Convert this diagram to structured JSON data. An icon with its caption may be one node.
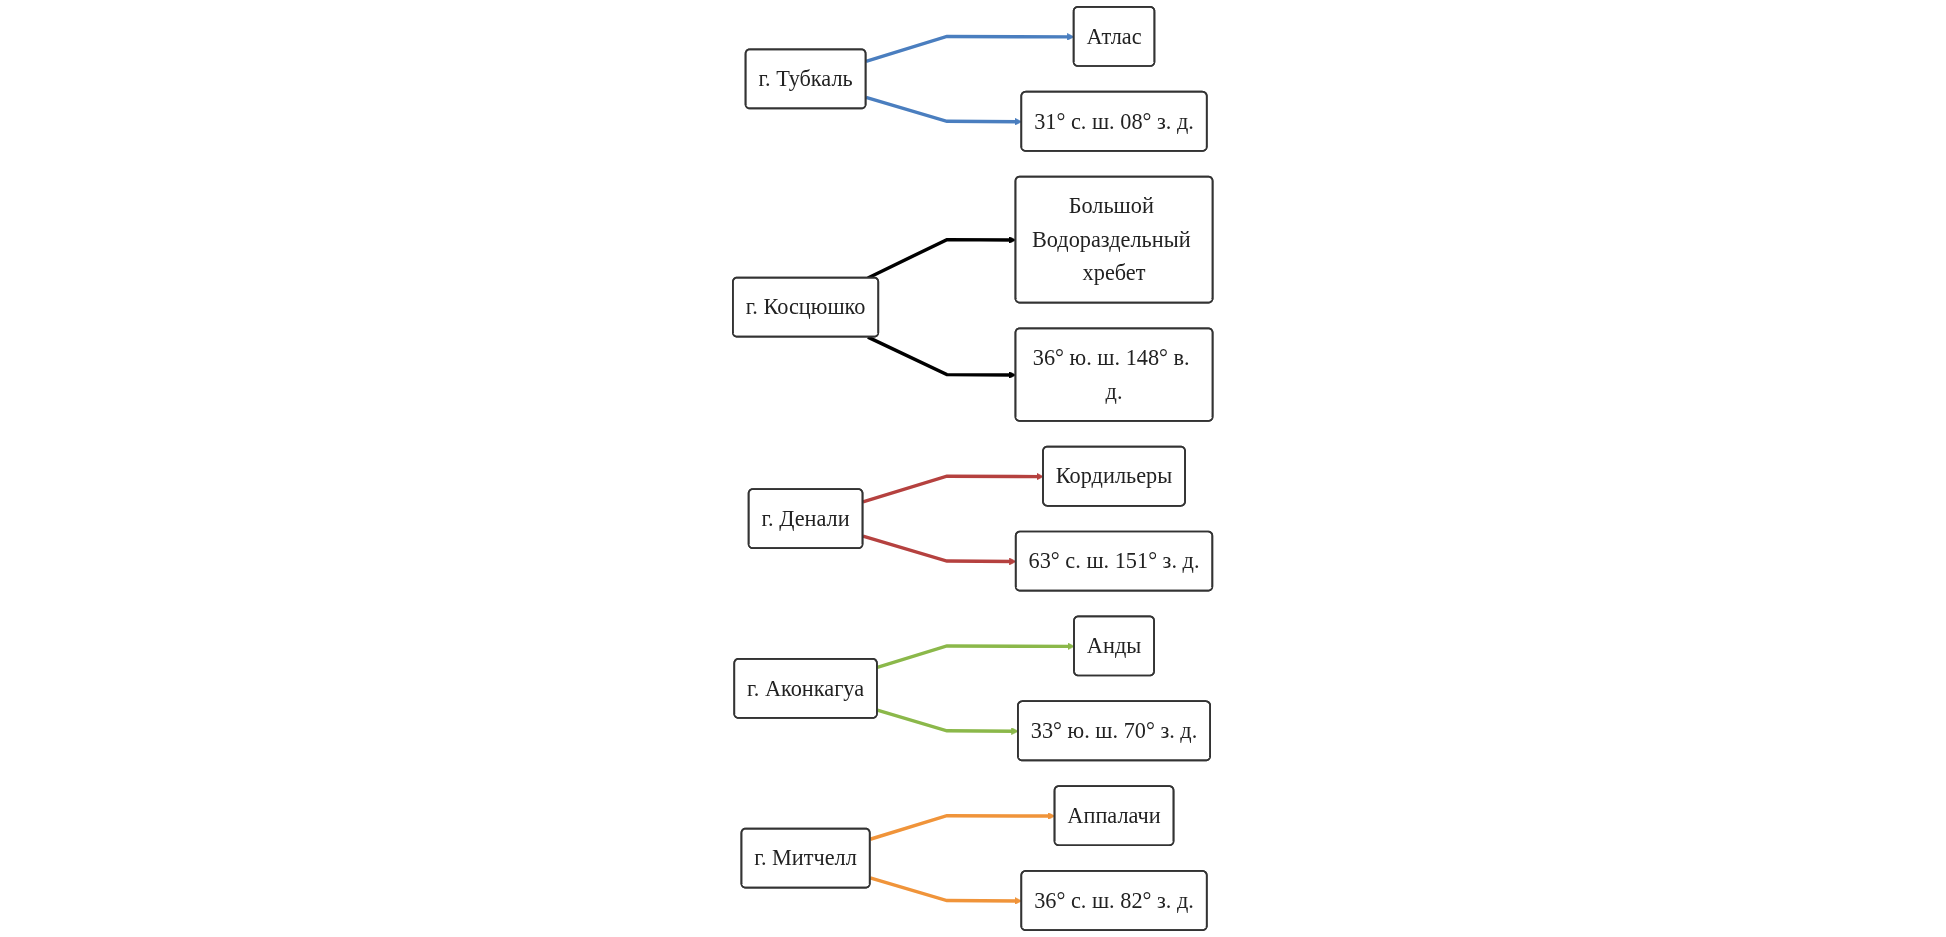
{
  "diagram": {
    "nodes": [
      {
        "text": [
          "Аппалачи"
        ]
      },
      {
        "text": [
          "Кордильеры"
        ]
      },
      {
        "text": [
          "Анды"
        ]
      },
      {
        "text": [
          "Атлас"
        ]
      },
      {
        "text": [
          "Большой Водораздельный хребет"
        ]
      },
      {
        "text": [
          "г. Тубкаль"
        ]
      },
      {
        "text": [
          "г. Косцюшко"
        ]
      },
      {
        "text": [
          "г. Денали"
        ]
      },
      {
        "text": [
          "г. Аконкагуа"
        ]
      },
      {
        "text": [
          "г. Митчелл"
        ]
      },
      {
        "text": [
          "33° ю. ш. 70° з. д."
        ]
      },
      {
        "text": [
          "36° с. ш. 82° з. д."
        ]
      },
      {
        "text": [
          "36° ю. ш. 148° в. д."
        ]
      },
      {
        "text": [
          "31° с. ш. 08° з. д."
        ]
      },
      {
        "text": [
          "63° с. ш. 151° з. д."
        ]
      }
    ],
    "edges": [
      {
        "from": 5,
        "to": 3,
        "arrow": "to",
        "color": "#4a7ebf"
      },
      {
        "from": 5,
        "to": 13,
        "arrow": "to",
        "color": "#4a7ebf"
      },
      {
        "from": 6,
        "to": 4,
        "arrow": "to",
        "color": "#000000"
      },
      {
        "from": 6,
        "to": 12,
        "arrow": "to",
        "color": "#000000"
      },
      {
        "from": 7,
        "to": 1,
        "arrow": "to",
        "color": "#b5413f"
      },
      {
        "from": 7,
        "to": 14,
        "arrow": "to",
        "color": "#b5413f"
      },
      {
        "from": 8,
        "to": 2,
        "arrow": "to",
        "color": "#8bb84a"
      },
      {
        "from": 8,
        "to": 10,
        "arrow": "to",
        "color": "#8bb84a"
      },
      {
        "from": 9,
        "to": 0,
        "arrow": "to",
        "color": "#f0943a"
      },
      {
        "from": 9,
        "to": 11,
        "arrow": "to",
        "color": "#f0943a"
      }
    ]
  }
}
